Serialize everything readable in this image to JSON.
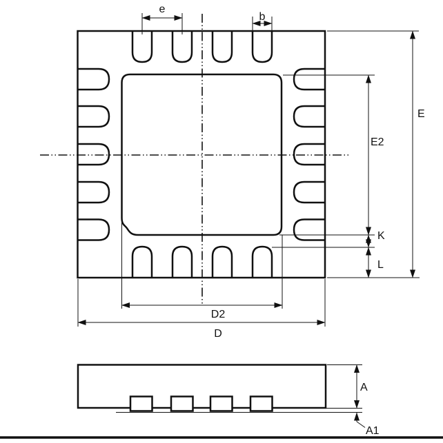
{
  "diagram": {
    "type": "mechanical-package-outline-drawing",
    "package_style": "QFN / UQFN leadless package",
    "views": {
      "top_view": {
        "pads_top_edge": 4,
        "pads_bottom_edge": 4,
        "pads_left_edge": 5,
        "pads_right_edge": 5,
        "exposed_pad": true,
        "pin1_chamfer_corner": "bottom-left of exposed pad"
      },
      "side_view": {
        "pads_visible": 4
      }
    },
    "dimension_labels": {
      "e": "e",
      "b": "b",
      "E": "E",
      "E2": "E2",
      "K": "K",
      "L": "L",
      "D2": "D2",
      "D": "D",
      "A": "A",
      "A1": "A1"
    },
    "colors": {
      "line": "#111111",
      "background": "#ffffff"
    }
  }
}
